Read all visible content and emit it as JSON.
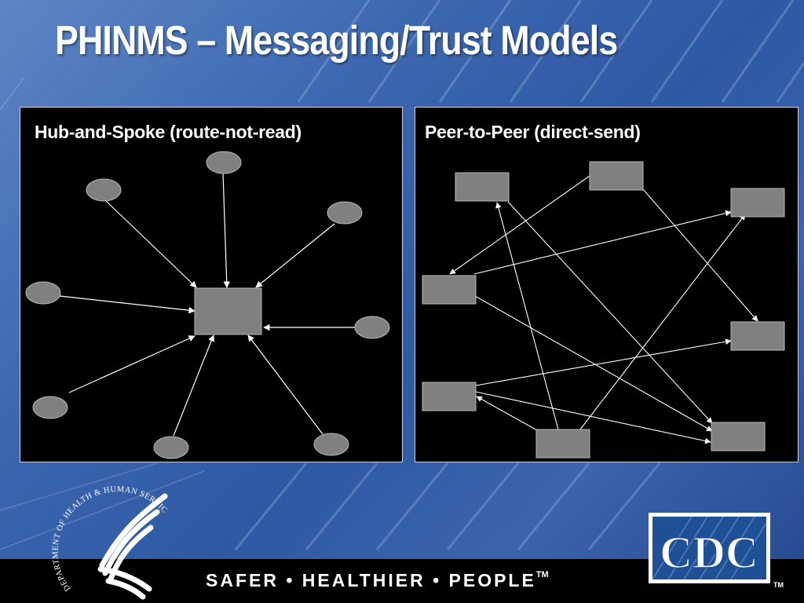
{
  "slide": {
    "title": "PHINMS – Messaging/Trust Models",
    "colors": {
      "background": "#3b64ac",
      "panel": "#000000",
      "node_fill": "#808080",
      "edge": "#ffffff"
    }
  },
  "hub_spoke": {
    "label": "Hub-and-Spoke (route-not-read)",
    "hub": {
      "shape": "rectangle"
    },
    "spoke_nodes": [
      {
        "id": "top-left"
      },
      {
        "id": "top"
      },
      {
        "id": "top-right"
      },
      {
        "id": "left"
      },
      {
        "id": "right"
      },
      {
        "id": "bottom-left"
      },
      {
        "id": "bottom"
      },
      {
        "id": "bottom-right"
      }
    ],
    "edges": [
      {
        "from": "top-left",
        "to": "hub"
      },
      {
        "from": "top",
        "to": "hub"
      },
      {
        "from": "top-right",
        "to": "hub"
      },
      {
        "from": "left",
        "to": "hub"
      },
      {
        "from": "right",
        "to": "hub"
      },
      {
        "from": "bottom-left",
        "to": "hub"
      },
      {
        "from": "bottom",
        "to": "hub"
      },
      {
        "from": "bottom-right",
        "to": "hub"
      }
    ]
  },
  "peer_to_peer": {
    "label": "Peer-to-Peer (direct-send)",
    "nodes": [
      {
        "id": "p1"
      },
      {
        "id": "p2"
      },
      {
        "id": "p3"
      },
      {
        "id": "p4"
      },
      {
        "id": "p5"
      },
      {
        "id": "p6"
      },
      {
        "id": "p7"
      },
      {
        "id": "p8"
      }
    ],
    "edges": [
      {
        "from": "p2",
        "to": "p4"
      },
      {
        "from": "p2",
        "to": "p5"
      },
      {
        "from": "p1",
        "to": "p8"
      },
      {
        "from": "p4",
        "to": "p3"
      },
      {
        "from": "p4",
        "to": "p8"
      },
      {
        "from": "p6",
        "to": "p5"
      },
      {
        "from": "p6",
        "to": "p8"
      },
      {
        "from": "p7",
        "to": "p1"
      },
      {
        "from": "p7",
        "to": "p3"
      },
      {
        "from": "p7",
        "to": "p6"
      }
    ]
  },
  "footer": {
    "tagline": "SAFER • HEALTHIER • PEOPLE",
    "tagline_tm": "TM",
    "seal_text": "DEPARTMENT OF HEALTH & HUMAN SERVICES • USA",
    "logo_text": "CDC",
    "logo_tm": "TM"
  }
}
